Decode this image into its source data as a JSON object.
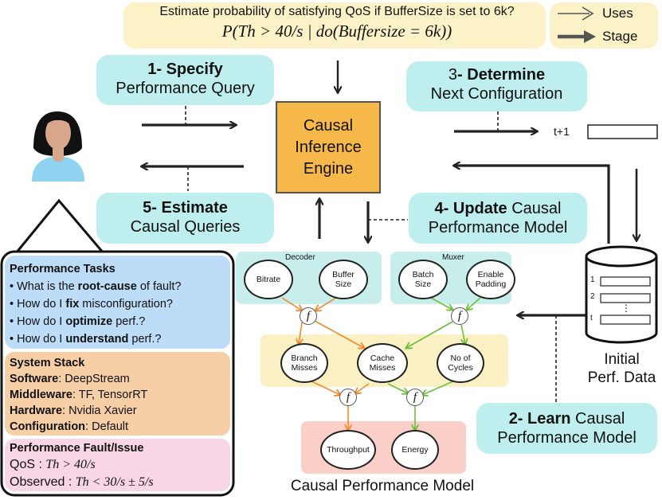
{
  "query": {
    "question": "Estimate probability of satisfying QoS if BufferSize is set to 6k?",
    "formula": "P(Th > 40/s | do(Buffersize = 6k))"
  },
  "legend": {
    "uses": "Uses",
    "stage": "Stage"
  },
  "stages": {
    "specify": {
      "bold": "1- Specify",
      "rest": "Performance Query"
    },
    "determine": {
      "prefix": "3",
      "bold": "- Determine",
      "rest": "Next Configuration"
    },
    "estimate": {
      "bold": "5- Estimate",
      "rest": "Causal Queries"
    },
    "update": {
      "bold": "4- Update",
      "rest1": " Causal",
      "rest2": "Performance Model"
    },
    "learn": {
      "bold": "2- Learn",
      "rest1": " Causal",
      "rest2": "Performance Model"
    }
  },
  "engine": {
    "line1": "Causal",
    "line2": "Inference",
    "line3": "Engine"
  },
  "next_config": {
    "label": "t+1"
  },
  "initial_data": {
    "line1": "Initial",
    "line2": "Perf. Data",
    "rows": [
      "1",
      "2",
      "⋮",
      "t"
    ]
  },
  "model": {
    "caption": "Causal Performance Model",
    "decoder": "Decoder",
    "muxer": "Muxer",
    "nodes": {
      "bitrate": "Bitrate",
      "buffer_size": [
        "Buffer",
        "Size"
      ],
      "batch_size": [
        "Batch",
        "Size"
      ],
      "enable_padding": [
        "Enable",
        "Padding"
      ],
      "branch_misses": [
        "Branch",
        "Misses"
      ],
      "cache_misses": [
        "Cache",
        "Misses"
      ],
      "no_of_cycles": [
        "No of",
        "Cycles"
      ],
      "throughput": "Throughput",
      "energy": "Energy"
    },
    "f": "f"
  },
  "tasks": {
    "title": "Performance Tasks",
    "items": [
      {
        "pre": "What is the ",
        "bold": "root-cause",
        "post": " of fault?"
      },
      {
        "pre": "How do I ",
        "bold": "fix",
        "post": " misconfiguration?"
      },
      {
        "pre": "How do I ",
        "bold": "optimize",
        "post": " perf.?"
      },
      {
        "pre": "How do I ",
        "bold": "understand",
        "post": " perf.?"
      }
    ]
  },
  "stack": {
    "title": "System Stack",
    "rows": [
      {
        "key": "Software",
        "val": ": DeepStream"
      },
      {
        "key": "Middleware",
        "val": ": TF, TensorRT"
      },
      {
        "key": "Hardware",
        "val": ": Nvidia Xavier"
      },
      {
        "key": "Configuration",
        "val": ": Default"
      }
    ]
  },
  "fault": {
    "title": "Performance Fault/Issue",
    "qos_label": "QoS :",
    "qos_val": "Th > 40/s",
    "obs_label": "Observed :",
    "obs_val": "Th < 30/s ± 5/s"
  },
  "colors": {
    "query_bg": "#fbf3c7",
    "stage_bg": "#bfeeee",
    "engine_bg": "#f7b84a",
    "tasks_bg": "#bcdcf7",
    "stack_bg": "#f6cfa6",
    "fault_bg": "#f8d6e6",
    "model_top_bg": "#c7eeea",
    "model_mid_bg": "#fbf0c4",
    "model_bot_bg": "#f9cfc7",
    "orange_edge": "#ef8a2f",
    "green_edge": "#6cbf3a"
  }
}
